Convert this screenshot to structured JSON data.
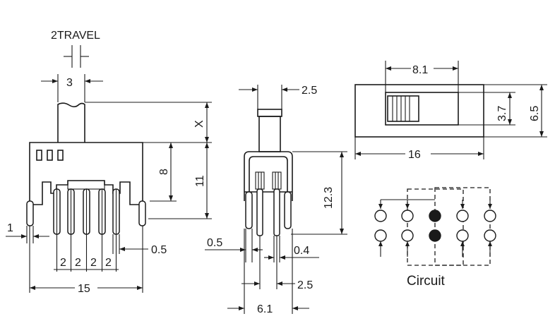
{
  "front_view": {
    "travel": "2TRAVEL",
    "knob_width": "3",
    "knob_height": "X",
    "body_height_8": "8",
    "total_height_11": "11",
    "pin_width": "1",
    "pitch_1": "2",
    "pitch_2": "2",
    "pitch_3": "2",
    "pitch_4": "2",
    "pin_thickness": "0.5",
    "total_width": "15"
  },
  "side_view": {
    "knob_width": "2.5",
    "height": "12.3",
    "pin_thickness": "0.5",
    "pin_gap": "0.4",
    "row_pitch": "2.5",
    "total_width": "6.1"
  },
  "top_view": {
    "window_length": "8.1",
    "window_height": "3.7",
    "body_width": "6.5",
    "body_length": "16"
  },
  "circuit": {
    "label": "Circuit"
  }
}
